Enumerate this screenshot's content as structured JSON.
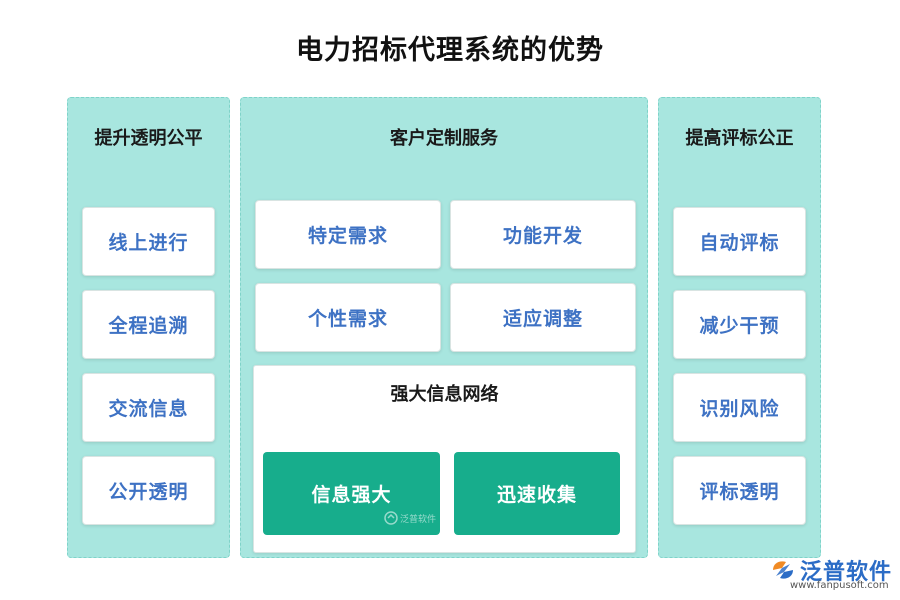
{
  "title": "电力招标代理系统的优势",
  "left_panel": {
    "title": "提升透明公平",
    "items": [
      "线上进行",
      "全程追溯",
      "交流信息",
      "公开透明"
    ]
  },
  "center_panel": {
    "title": "客户定制服务",
    "cards": [
      "特定需求",
      "功能开发",
      "个性需求",
      "适应调整"
    ],
    "network": {
      "title": "强大信息网络",
      "buttons": [
        "信息强大",
        "迅速收集"
      ]
    }
  },
  "right_panel": {
    "title": "提高评标公正",
    "items": [
      "自动评标",
      "减少干预",
      "识别风险",
      "评标透明"
    ]
  },
  "watermark": {
    "small_text": "泛普软件"
  },
  "logo": {
    "name": "泛普软件",
    "url": "www.fanpusoft.com"
  },
  "colors": {
    "panel_bg": "#a8e6df",
    "card_text": "#3e72c4",
    "button_bg": "#17ad8c",
    "logo_blue": "#2b6cc6",
    "logo_orange": "#f08a24"
  }
}
